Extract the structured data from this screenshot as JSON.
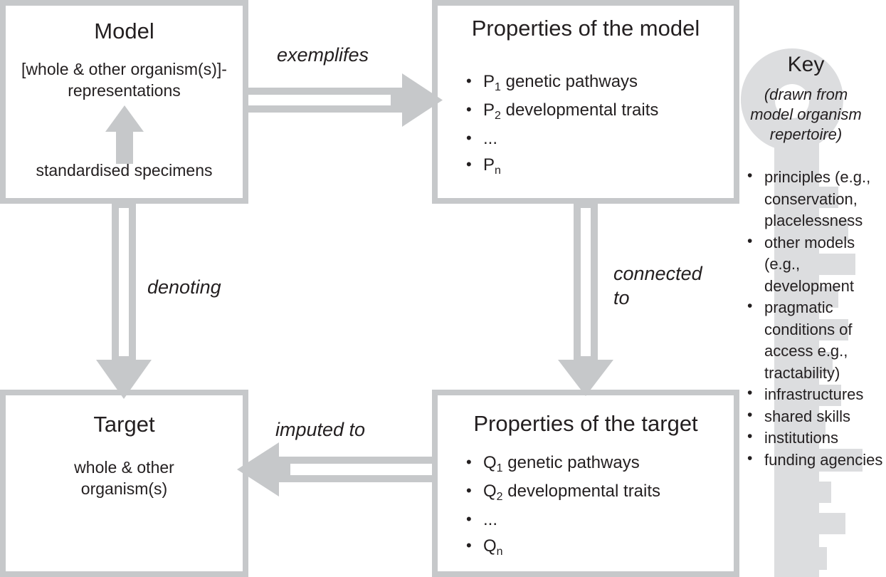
{
  "diagram": {
    "title": "Model-target representation diagram",
    "colors": {
      "line": "#c6c8ca",
      "text": "#231f20",
      "key_fill": "#dcdddf",
      "background": "#ffffff"
    },
    "boxes": [
      {
        "id": "model",
        "title": "Model",
        "subtitle": "[whole & other organism(s)]-\nrepresentations",
        "note": "standardised specimens"
      },
      {
        "id": "properties-of-the-model",
        "title": "Properties of the model",
        "items": [
          {
            "symbol": "P",
            "sub": "1",
            "text": "genetic pathways"
          },
          {
            "symbol": "P",
            "sub": "2",
            "text": "developmental traits"
          },
          {
            "symbol": "...",
            "sub": "",
            "text": ""
          },
          {
            "symbol": "P",
            "sub": "n",
            "text": ""
          }
        ]
      },
      {
        "id": "target",
        "title": "Target",
        "subtitle": "whole & other\norganism(s)"
      },
      {
        "id": "properties-of-the-target",
        "title": "Properties of the target",
        "items": [
          {
            "symbol": "Q",
            "sub": "1",
            "text": "genetic pathways"
          },
          {
            "symbol": "Q",
            "sub": "2",
            "text": "developmental traits"
          },
          {
            "symbol": "...",
            "sub": "",
            "text": ""
          },
          {
            "symbol": "Q",
            "sub": "n",
            "text": ""
          }
        ]
      }
    ],
    "edges": [
      {
        "id": "exemplifies",
        "label": "exemplifes"
      },
      {
        "id": "connected-to",
        "label": "connected\nto"
      },
      {
        "id": "denoting",
        "label": "denoting"
      },
      {
        "id": "imputed-to",
        "label": "imputed to"
      }
    ],
    "key": {
      "title": "Key",
      "subtitle": "(drawn from\nmodel organism\nrepertoire)",
      "items": [
        "principles (e.g., conservation, placelessness",
        "other models (e.g., development",
        " pragmatic conditions of access e.g., tractability)",
        " infrastructures",
        " shared skills",
        " institutions",
        " funding agencies"
      ]
    }
  }
}
